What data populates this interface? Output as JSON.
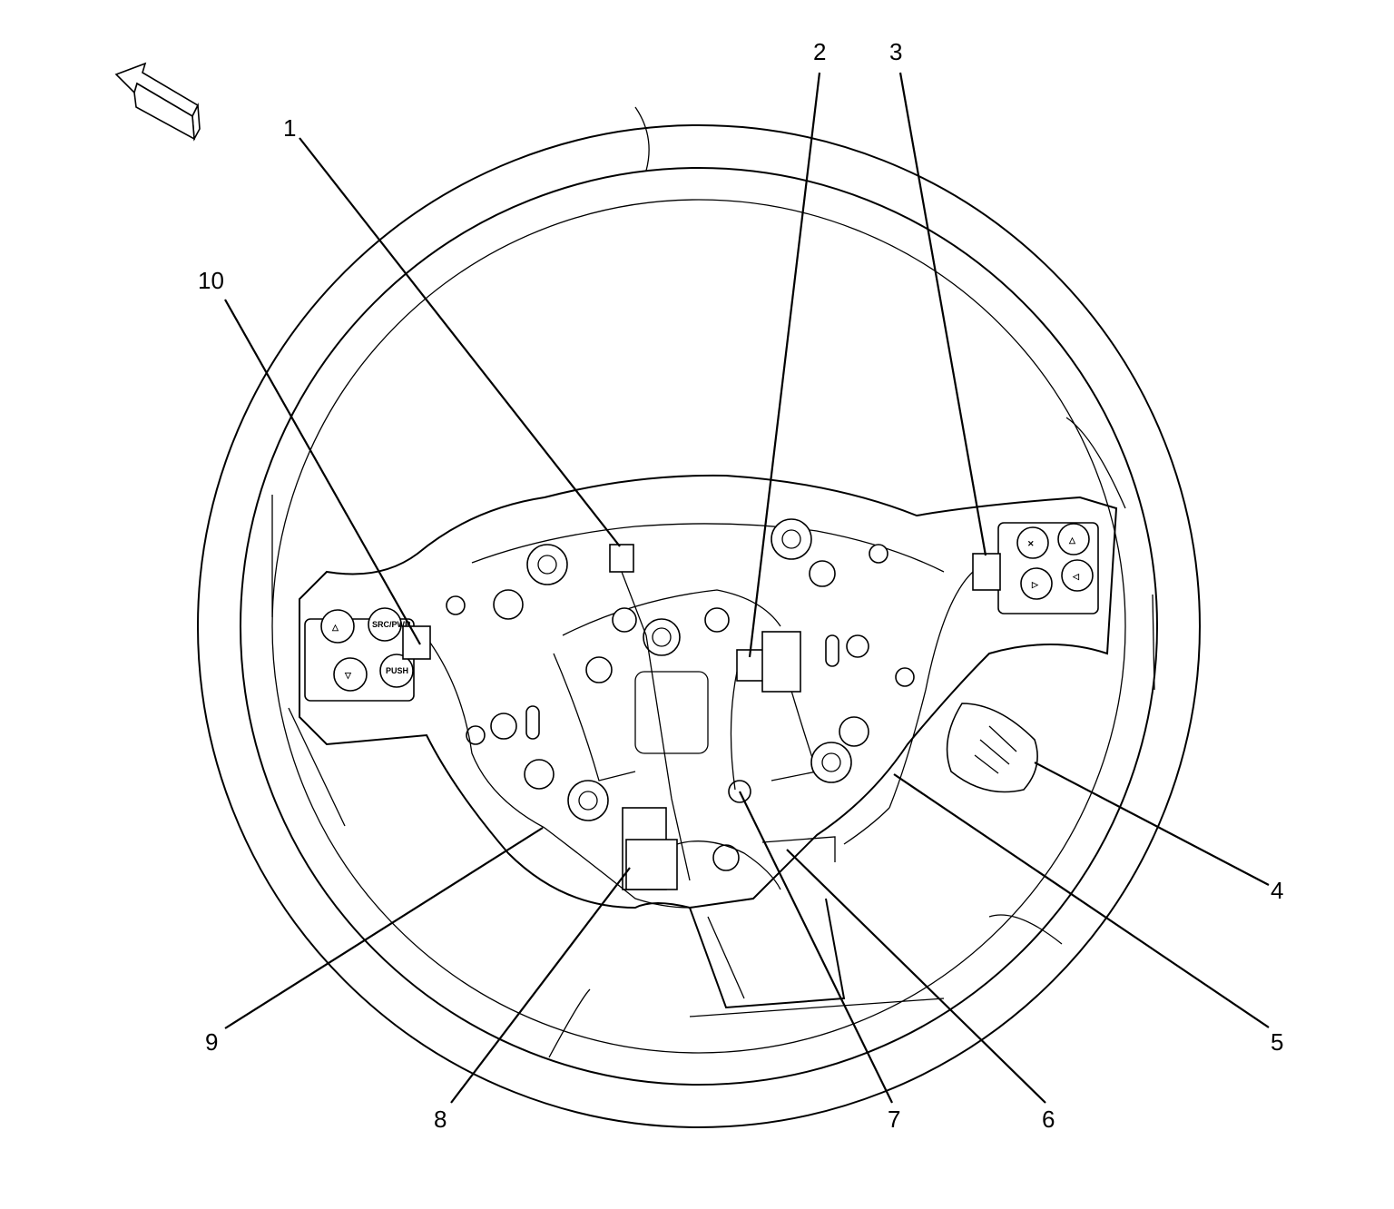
{
  "callouts": [
    {
      "id": "1",
      "label": "1"
    },
    {
      "id": "2",
      "label": "2"
    },
    {
      "id": "3",
      "label": "3"
    },
    {
      "id": "4",
      "label": "4"
    },
    {
      "id": "5",
      "label": "5"
    },
    {
      "id": "6",
      "label": "6"
    },
    {
      "id": "7",
      "label": "7"
    },
    {
      "id": "8",
      "label": "8"
    },
    {
      "id": "9",
      "label": "9"
    },
    {
      "id": "10",
      "label": "10"
    }
  ],
  "buttons": {
    "left_top_right": "SRC/PWR",
    "left_bottom_right": "PUSH"
  },
  "colors": {
    "line": "#000000",
    "background": "#ffffff"
  }
}
